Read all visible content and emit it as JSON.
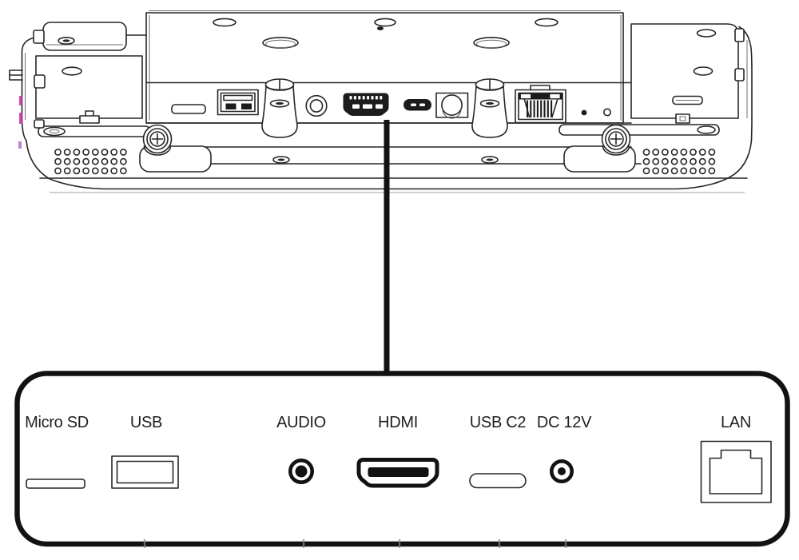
{
  "figure": {
    "kind": "device-rear-ports-diagram",
    "callout": {
      "ports": [
        {
          "label": "Micro SD",
          "icon": "microsd-slot-icon"
        },
        {
          "label": "USB",
          "icon": "usb-a-port-icon"
        },
        {
          "label": "AUDIO",
          "icon": "audio-jack-icon"
        },
        {
          "label": "HDMI",
          "icon": "hdmi-port-icon"
        },
        {
          "label": "USB C2",
          "icon": "usb-c-port-icon"
        },
        {
          "label": "DC 12V",
          "icon": "dc-barrel-jack-icon"
        },
        {
          "label": "LAN",
          "icon": "rj45-port-icon"
        }
      ]
    },
    "colors": {
      "line": "#262626",
      "background": "#ffffff",
      "callout_border": "#121212",
      "port_fill_dark": "#1c1c1c",
      "artifact_magenta": "#c233a0"
    }
  }
}
